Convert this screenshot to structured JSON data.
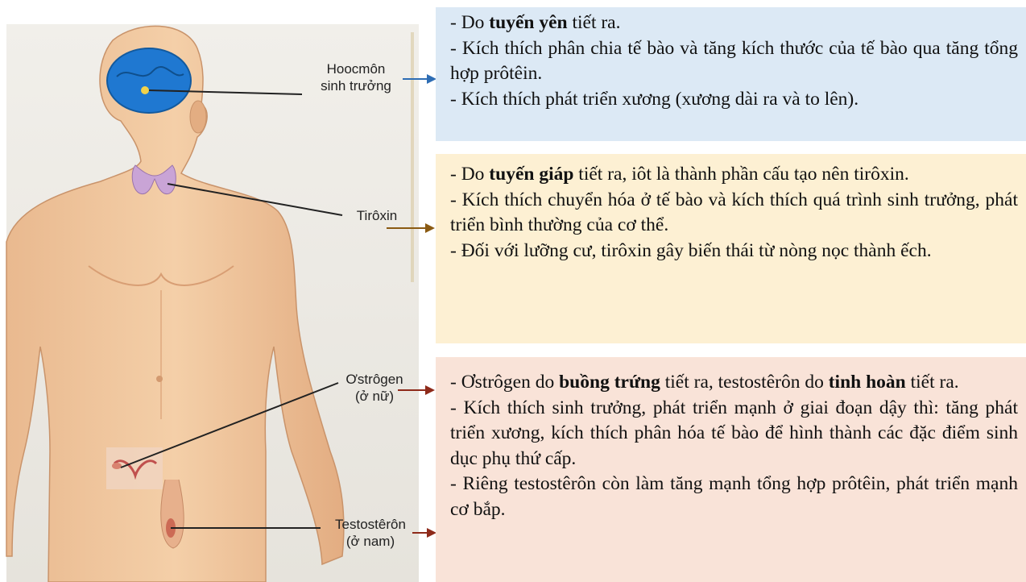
{
  "figure": {
    "labels": {
      "growth_hormone": [
        "Hoocmôn",
        "sinh trưởng"
      ],
      "thyroxine": "Tirôxin",
      "estrogen": [
        "Ơstrôgen",
        "(ở nữ)"
      ],
      "testosterone": [
        "Testostêrôn",
        "(ở nam)"
      ]
    }
  },
  "boxes": {
    "growth_hormone": {
      "color": "#dce9f5",
      "arrow_color": "#2e6db4",
      "lines": [
        [
          "- Do ",
          "tuyến yên",
          " tiết ra."
        ],
        [
          "- Kích thích phân chia tế bào và tăng kích thước của tế bào qua tăng tổng hợp prôtêin."
        ],
        [
          "- Kích thích phát triển xương (xương dài ra và to lên)."
        ]
      ]
    },
    "thyroxine": {
      "color": "#fdf0d3",
      "arrow_color": "#8a5a12",
      "lines": [
        [
          "- Do ",
          "tuyến giáp",
          " tiết ra, iôt là thành phần cấu tạo nên tirôxin."
        ],
        [
          "- Kích thích chuyển hóa ở tế bào và kích thích quá trình sinh trưởng, phát triển bình thường của cơ thể."
        ],
        [
          "- Đối với lưỡng cư, tirôxin gây biến thái từ nòng nọc thành ếch."
        ]
      ]
    },
    "sex_hormones": {
      "color": "#f9e3d8",
      "arrow_color": "#8e2a1a",
      "lines": [
        [
          "- Ơstrôgen do ",
          "buồng trứng",
          " tiết ra, testostêrôn do ",
          "tinh hoàn",
          " tiết ra."
        ],
        [
          "- Kích thích sinh trưởng, phát triển mạnh ở giai đoạn dậy thì: tăng phát triển xương, kích thích phân hóa tế bào để hình thành các đặc điểm sinh dục phụ thứ cấp."
        ],
        [
          "- Riêng testostêrôn còn làm tăng mạnh tổng hợp prôtêin, phát triển mạnh cơ bắp."
        ]
      ]
    }
  }
}
